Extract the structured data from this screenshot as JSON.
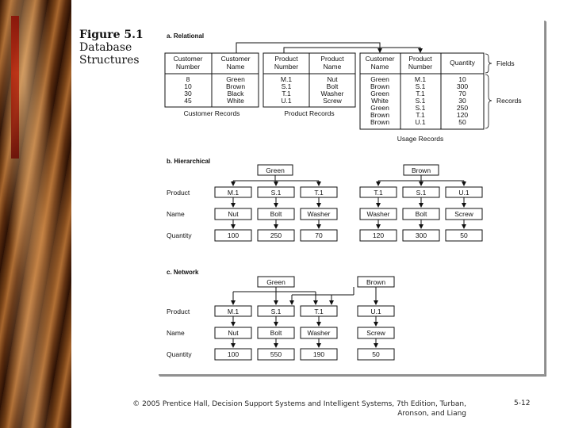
{
  "figure_title": {
    "line1": "Figure 5.1",
    "line2": "Database",
    "line3": "Structures"
  },
  "relational": {
    "heading": "a. Relational",
    "customer_table": {
      "col1": [
        "Customer",
        "Number"
      ],
      "col2": [
        "Customer",
        "Name"
      ],
      "rows": [
        [
          "8",
          "Green"
        ],
        [
          "10",
          "Brown"
        ],
        [
          "30",
          "Black"
        ],
        [
          "45",
          "White"
        ]
      ],
      "caption": "Customer Records"
    },
    "product_table": {
      "col1": [
        "Product",
        "Number"
      ],
      "col2": [
        "Product",
        "Name"
      ],
      "rows": [
        [
          "M.1",
          "Nut"
        ],
        [
          "S.1",
          "Bolt"
        ],
        [
          "T.1",
          "Washer"
        ],
        [
          "U.1",
          "Screw"
        ]
      ],
      "caption": "Product Records"
    },
    "usage_table": {
      "col1": [
        "Customer",
        "Name"
      ],
      "col2": [
        "Product",
        "Number"
      ],
      "col3": "Quantity",
      "rows": [
        [
          "Green",
          "M.1",
          "10"
        ],
        [
          "Brown",
          "S.1",
          "300"
        ],
        [
          "Green",
          "T.1",
          "70"
        ],
        [
          "White",
          "S.1",
          "30"
        ],
        [
          "Green",
          "S.1",
          "250"
        ],
        [
          "Brown",
          "T.1",
          "120"
        ],
        [
          "Brown",
          "U.1",
          "50"
        ]
      ],
      "caption": "Usage Records"
    },
    "fields_label": "Fields",
    "records_label": "Records"
  },
  "hierarchical": {
    "heading": "b. Hierarchical",
    "roots": [
      "Green",
      "Brown"
    ],
    "row_labels": {
      "product": "Product",
      "name": "Name",
      "quantity": "Quantity"
    },
    "green_children": [
      {
        "product": "M.1",
        "name": "Nut",
        "quantity": "100"
      },
      {
        "product": "S.1",
        "name": "Bolt",
        "quantity": "250"
      },
      {
        "product": "T.1",
        "name": "Washer",
        "quantity": "70"
      }
    ],
    "brown_children": [
      {
        "product": "T.1",
        "name": "Washer",
        "quantity": "120"
      },
      {
        "product": "S.1",
        "name": "Bolt",
        "quantity": "300"
      },
      {
        "product": "U.1",
        "name": "Screw",
        "quantity": "50"
      }
    ]
  },
  "network": {
    "heading": "c. Network",
    "roots": [
      "Green",
      "Brown"
    ],
    "row_labels": {
      "product": "Product",
      "name": "Name",
      "quantity": "Quantity"
    },
    "children": [
      {
        "product": "M.1",
        "name": "Nut",
        "quantity": "100"
      },
      {
        "product": "S.1",
        "name": "Bolt",
        "quantity": "550"
      },
      {
        "product": "T.1",
        "name": "Washer",
        "quantity": "190"
      },
      {
        "product": "U.1",
        "name": "Screw",
        "quantity": "50"
      }
    ]
  },
  "footer": {
    "line1": "© 2005 Prentice Hall, Decision Support Systems and Intelligent Systems, 7th Edition, Turban,",
    "line2": "Aronson, and Liang",
    "page": "5-12"
  }
}
